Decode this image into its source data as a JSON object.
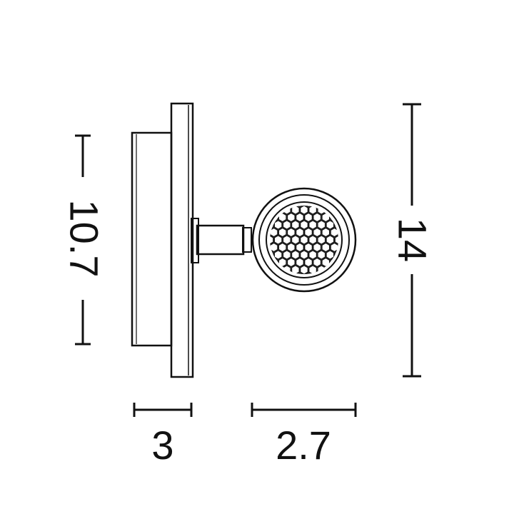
{
  "dimensions": {
    "height_left": "10.7",
    "height_right": "14",
    "depth_base": "3",
    "depth_arm": "2.7"
  },
  "colors": {
    "line": "#111111",
    "background": "#ffffff"
  }
}
